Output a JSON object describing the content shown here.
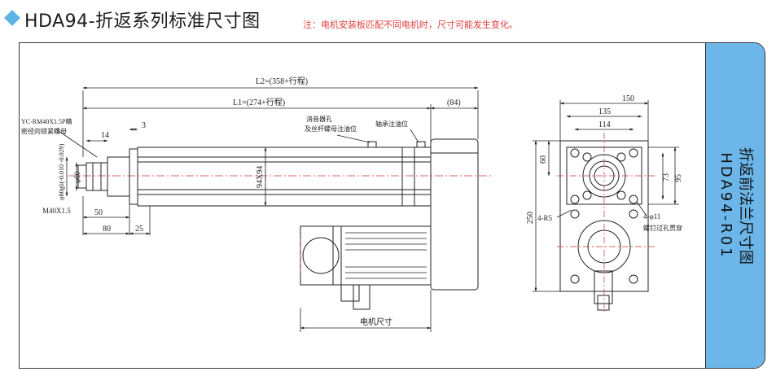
{
  "title": "HDA94-折返系列标准尺寸图",
  "note": "注：电机安装板匹配不同电机时，尺寸可能发生变化。",
  "side_panel": {
    "line1": "折返前法兰尺寸图",
    "line2": "HDA94-R01"
  },
  "dims": {
    "L2": "L2=(358+行程)",
    "L1": "L1=(274+行程)",
    "d84": "(84)",
    "d14": "14",
    "d3": "3",
    "d50": "50",
    "d80": "80",
    "d25": "25",
    "d94": "94X94",
    "phi60": "φ60",
    "phi80": "φ80g6(-0.010 -0.029)",
    "m40": "M40X1.5",
    "motor": "电机尺寸",
    "d150": "150",
    "d135": "135",
    "d114": "114",
    "d60": "60",
    "d73": "73",
    "d95": "95",
    "d250": "250",
    "r5": "4-R5",
    "hole": "4-φ11",
    "hole_note": "螺钉过孔贯穿"
  },
  "callouts": {
    "nut_line1": "YC-RM40X1.5P精",
    "nut_line2": "密径向锁紧螺母",
    "port_line1": "消音器孔",
    "port_line2": "及丝杆螺母注油位",
    "bearing": "轴承注油位"
  }
}
